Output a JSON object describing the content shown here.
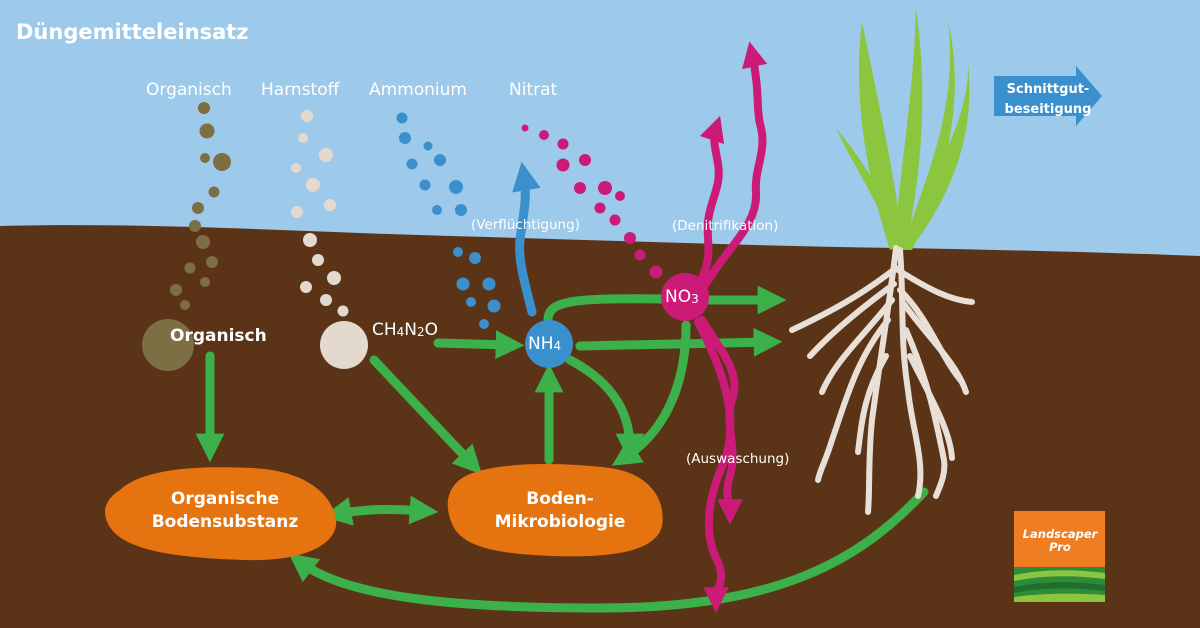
{
  "title": "Düngemitteleinsatz",
  "sources": {
    "organisch": "Organisch",
    "harnstoff": "Harnstoff",
    "ammonium": "Ammonium",
    "nitrat": "Nitrat"
  },
  "processes": {
    "volatilization": "(Verflüchtigung)",
    "denitrification": "(Denitrifikation)",
    "leaching": "(Auswaschung)"
  },
  "nodes": {
    "organic": "Organisch",
    "urea_formula": {
      "main": "CH",
      "n4": "4",
      "n": "N",
      "n2": "2",
      "o": "O"
    },
    "ammonium": {
      "main": "NH",
      "sub": "4"
    },
    "nitrate": {
      "main": "NO",
      "sub": "3"
    }
  },
  "pools": {
    "organic_matter": "Organische Bodensubstanz",
    "microbiology": "Boden-Mikrobiologie"
  },
  "clipping_removal": "Schnittgut-beseitigung",
  "logo": {
    "line1": "Landscaper",
    "line2": "Pro"
  },
  "colors": {
    "sky": "#9dc9ea",
    "soil": "#5b3417",
    "arrow_green": "#3cb04a",
    "ammonium_blue": "#3a8fcd",
    "nitrate_magenta": "#cc1a78",
    "pool_orange": "#e5730f",
    "organic_dot": "#7d6e44",
    "urea_dot": "#e4d9cf",
    "grass": "#8cc63f",
    "root": "#e8dfd6"
  }
}
